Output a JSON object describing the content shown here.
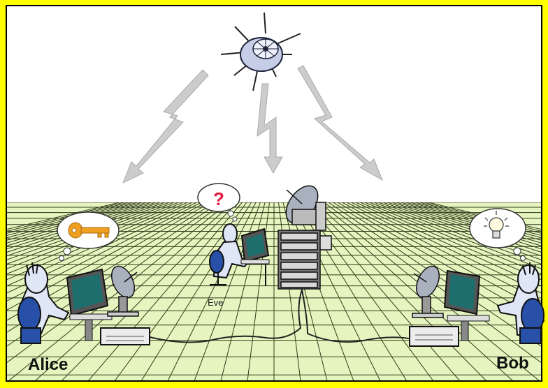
{
  "labels": {
    "alice": "Alice",
    "bob": "Bob",
    "eve": "Eve"
  },
  "thought_bubbles": {
    "alice": "key-icon",
    "eve": "?",
    "bob": "lightbulb-icon"
  },
  "colors": {
    "frame": "#ffff00",
    "sky": "#ffffff",
    "floor": "#e6f5bf",
    "grid": "#2f3a1a",
    "arrow": "#c8c8c8",
    "key": "#f0a020",
    "question": "#e0183c",
    "monitor_screen": "#1e6e6e",
    "person": "#dfe7f7"
  }
}
